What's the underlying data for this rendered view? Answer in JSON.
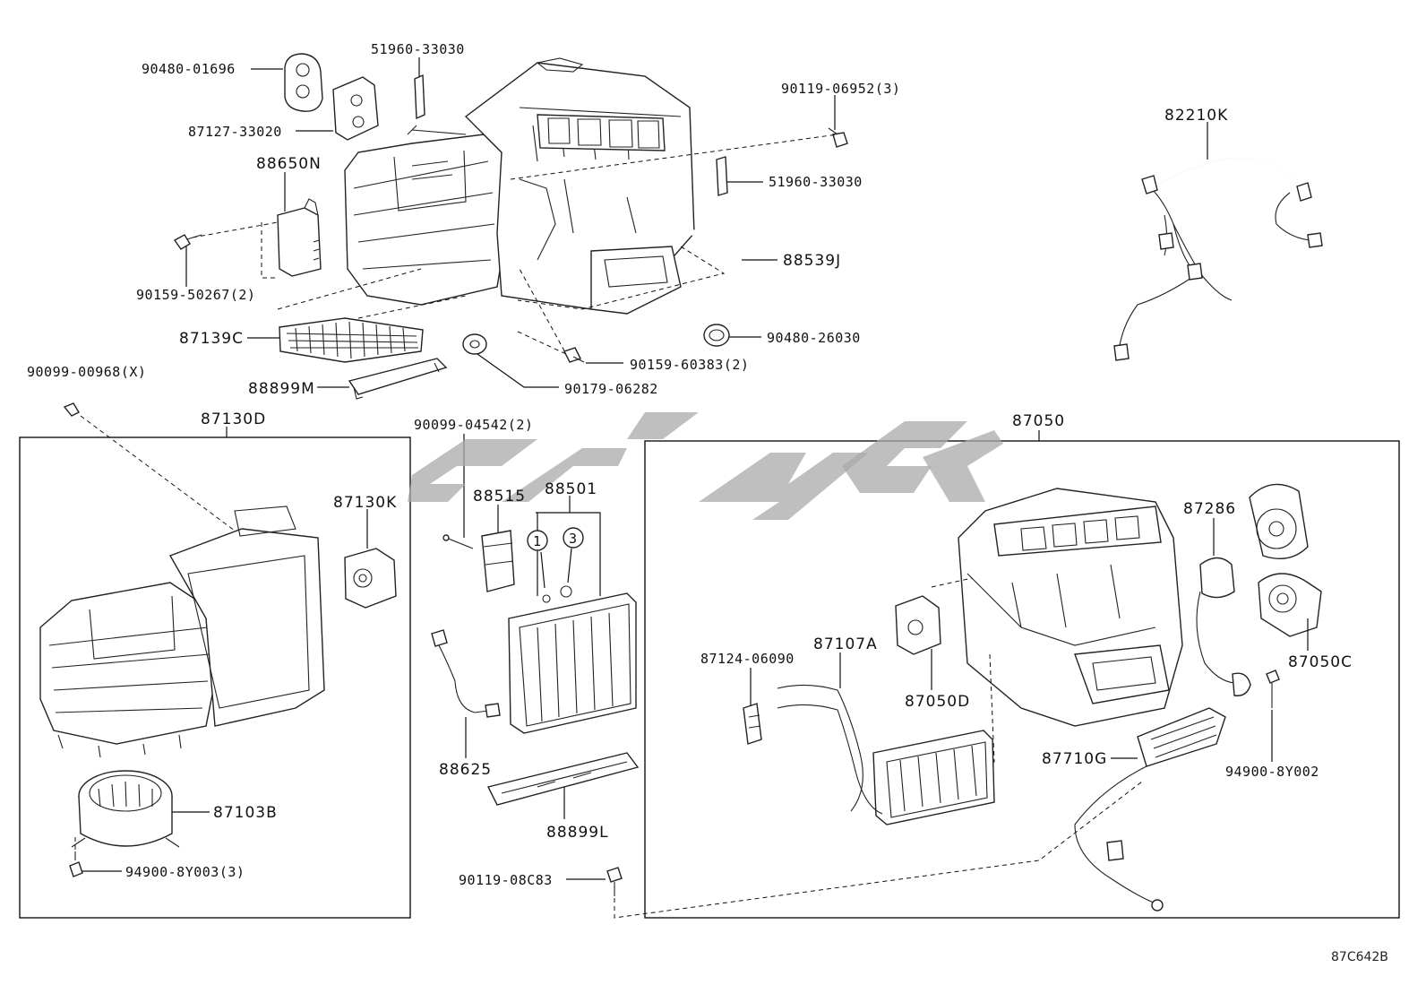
{
  "diagram_code": "87C642B",
  "labels": {
    "p90480_01696": "90480-01696",
    "p51960_33030_top": "51960-33030",
    "p87127_33020": "87127-33020",
    "p88650N": "88650N",
    "p90159_50267": "90159-50267(2)",
    "p90119_06952": "90119-06952(3)",
    "p51960_33030_right": "51960-33030",
    "p88539J": "88539J",
    "p90480_26030": "90480-26030",
    "p90159_60383": "90159-60383(2)",
    "p90179_06282": "90179-06282",
    "p87139C": "87139C",
    "p88899M": "88899M",
    "p90099_00968": "90099-00968(X)",
    "p82210K": "82210K",
    "p87130D": "87130D",
    "p87130K": "87130K",
    "p87103B": "87103B",
    "p94900_8Y003": "94900-8Y003(3)",
    "p90099_04542": "90099-04542(2)",
    "p88515": "88515",
    "p88501": "88501",
    "circle1": "1",
    "circle3": "3",
    "p88625": "88625",
    "p88899L": "88899L",
    "p90119_08C83": "90119-08C83",
    "p87050": "87050",
    "p87286": "87286",
    "p87050C": "87050C",
    "p87124_06090": "87124-06090",
    "p87107A": "87107A",
    "p87050D": "87050D",
    "p87710G": "87710G",
    "p94900_8Y002": "94900-8Y002"
  }
}
